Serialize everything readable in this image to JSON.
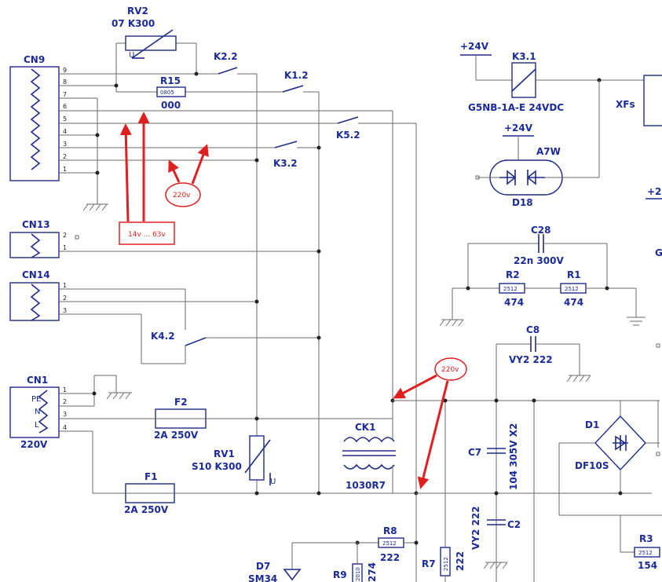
{
  "components": {
    "rv2": {
      "ref": "RV2",
      "value": "07 K300",
      "pin": "U"
    },
    "cn9": {
      "ref": "CN9",
      "pins": [
        "9",
        "8",
        "7",
        "6",
        "5",
        "4",
        "3",
        "2",
        "1"
      ]
    },
    "k22": {
      "ref": "K2.2"
    },
    "r15": {
      "ref": "R15",
      "package": "0805",
      "value": "000"
    },
    "k12": {
      "ref": "K1.2"
    },
    "k52": {
      "ref": "K5.2"
    },
    "k32": {
      "ref": "K3.2"
    },
    "cn13": {
      "ref": "CN13",
      "pins": [
        "2",
        "1"
      ]
    },
    "cn14": {
      "ref": "CN14",
      "pins": [
        "1",
        "2",
        "3"
      ]
    },
    "k42": {
      "ref": "K4.2"
    },
    "cn1": {
      "ref": "CN1",
      "pins": [
        "1",
        "2",
        "3",
        "4"
      ],
      "labels": [
        "PE",
        "N",
        "L"
      ],
      "voltage": "220V"
    },
    "f2": {
      "ref": "F2",
      "value": "2A 250V"
    },
    "f1": {
      "ref": "F1",
      "value": "2A 250V"
    },
    "rv1": {
      "ref": "RV1",
      "value": "S10 K300",
      "pin": "U"
    },
    "ck1": {
      "ref": "CK1",
      "value": "1030R7"
    },
    "r8": {
      "ref": "R8",
      "package": "2512",
      "value": "222"
    },
    "d7": {
      "ref": "D7",
      "value": "SM34"
    },
    "r9": {
      "ref": "R9",
      "package": "2010",
      "value": "274"
    },
    "r7": {
      "ref": "R7",
      "package": "2512",
      "value": "222"
    },
    "k31": {
      "ref": "K3.1",
      "value": "G5NB-1A-E 24VDC",
      "supply": "+24V"
    },
    "xfs": {
      "ref": "XFs"
    },
    "a7w": {
      "ref": "A7W",
      "diode": "D18",
      "supply": "+24V"
    },
    "c28": {
      "ref": "C28",
      "value": "22n 300V"
    },
    "r2": {
      "ref": "R2",
      "package": "2512",
      "value": "474"
    },
    "r1": {
      "ref": "R1",
      "package": "2512",
      "value": "474"
    },
    "c8": {
      "ref": "C8",
      "value": "VY2 222"
    },
    "c7": {
      "ref": "C7",
      "value": "104 305V X2"
    },
    "c2": {
      "ref": "C2",
      "value": "VY2 222"
    },
    "d1": {
      "ref": "D1",
      "value": "DF10S"
    },
    "r3": {
      "ref": "R3",
      "package": "2512",
      "value": "154"
    },
    "edge": {
      "supply": "+2",
      "partial": "G"
    }
  },
  "annotations": {
    "range_box": "14v ... 63v",
    "circle_top": "220v",
    "circle_right": "220v"
  },
  "colors": {
    "wire": "#6a6a6a",
    "component": "#1e2a8a",
    "text": "#1a2a9a",
    "annotation": "#e02020"
  }
}
